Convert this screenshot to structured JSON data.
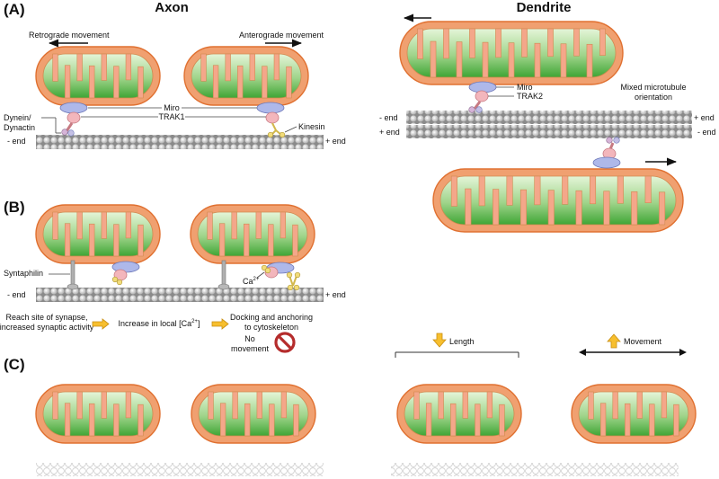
{
  "panels": {
    "a": "(A)",
    "b": "(B)",
    "c": "(C)"
  },
  "headings": {
    "axon": "Axon",
    "dendrite": "Dendrite"
  },
  "panel_a": {
    "retrograde": "Retrograde movement",
    "anterograde": "Anterograde movement",
    "miro": "Miro",
    "trak1": "TRAK1",
    "dynein_1": "Dynein/",
    "dynein_2": "Dynactin",
    "kinesin": "Kinesin",
    "minus_end": "- end",
    "plus_end": "+ end",
    "dend_miro": "Miro",
    "dend_trak2": "TRAK2",
    "mixed_1": "Mixed microtubule",
    "mixed_2": "orientation",
    "dend_minus_1": "- end",
    "dend_plus_1": "+ end",
    "dend_plus_2": "+ end",
    "dend_minus_2": "- end"
  },
  "panel_b": {
    "syntaphilin": "Syntaphilin",
    "calcium": "Ca",
    "calcium_sup": "2+",
    "minus_end": "- end",
    "plus_end": "+ end",
    "step1_line1": "Reach site of synapse,",
    "step1_line2": "increased synaptic activity",
    "step2": "Increase in local [Ca",
    "step2_sup": "2+",
    "step2_close": "]",
    "step3_line1": "Docking and anchoring",
    "step3_line2": "to cytoskeleton"
  },
  "panel_c": {
    "no_movement_1": "No",
    "no_movement_2": "movement",
    "length": "Length",
    "movement": "Movement"
  },
  "colors": {
    "mito_outer": "#f0a070",
    "mito_border": "#e07030",
    "mito_green_light": "#e4f5d8",
    "mito_green_dark": "#3fa535",
    "crista": "#f4a78a",
    "miro": "#aeb8ea",
    "trak": "#f3b6bc",
    "motor_yellow": "#f2dc7a",
    "arrow_yellow": "#f7bf2e",
    "no_sign": "#b52c2c"
  },
  "icons": {
    "no_movement": "prohibited-sign-icon",
    "length_arrow": "down-arrow-icon",
    "movement_arrow": "up-arrow-icon"
  }
}
